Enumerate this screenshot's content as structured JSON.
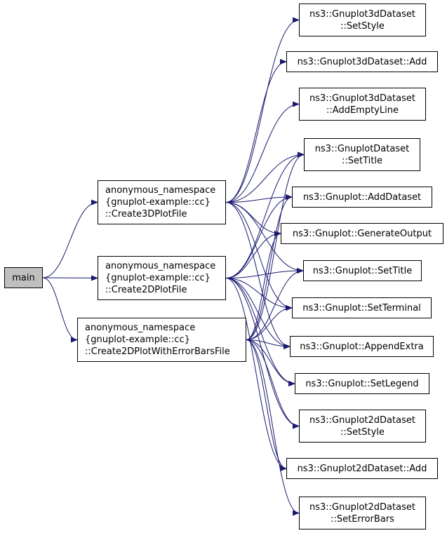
{
  "graph": {
    "nodes": {
      "main": [
        "main"
      ],
      "create3d": [
        "anonymous_namespace",
        "{gnuplot-example::cc}",
        "::Create3DPlotFile"
      ],
      "create2d": [
        "anonymous_namespace",
        "{gnuplot-example::cc}",
        "::Create2DPlotFile"
      ],
      "create2derr": [
        "anonymous_namespace",
        "{gnuplot-example::cc}",
        "::Create2DPlotWithErrorBarsFile"
      ],
      "g3_setstyle": [
        "ns3::Gnuplot3dDataset",
        "::SetStyle"
      ],
      "g3_add": [
        "ns3::Gnuplot3dDataset::Add"
      ],
      "g3_addemptyline": [
        "ns3::Gnuplot3dDataset",
        "::AddEmptyLine"
      ],
      "gds_settitle": [
        "ns3::GnuplotDataset",
        "::SetTitle"
      ],
      "gp_adddataset": [
        "ns3::Gnuplot::AddDataset"
      ],
      "gp_generateoutput": [
        "ns3::Gnuplot::GenerateOutput"
      ],
      "gp_settitle": [
        "ns3::Gnuplot::SetTitle"
      ],
      "gp_setterminal": [
        "ns3::Gnuplot::SetTerminal"
      ],
      "gp_appendextra": [
        "ns3::Gnuplot::AppendExtra"
      ],
      "gp_setlegend": [
        "ns3::Gnuplot::SetLegend"
      ],
      "g2_setstyle": [
        "ns3::Gnuplot2dDataset",
        "::SetStyle"
      ],
      "g2_add": [
        "ns3::Gnuplot2dDataset::Add"
      ],
      "g2_seterrorbars": [
        "ns3::Gnuplot2dDataset",
        "::SetErrorBars"
      ]
    },
    "edges": [
      [
        "main",
        "create3d"
      ],
      [
        "main",
        "create2d"
      ],
      [
        "main",
        "create2derr"
      ],
      [
        "create3d",
        "g3_setstyle"
      ],
      [
        "create3d",
        "g3_add"
      ],
      [
        "create3d",
        "g3_addemptyline"
      ],
      [
        "create3d",
        "gds_settitle"
      ],
      [
        "create3d",
        "gp_adddataset"
      ],
      [
        "create3d",
        "gp_generateoutput"
      ],
      [
        "create3d",
        "gp_settitle"
      ],
      [
        "create3d",
        "gp_setterminal"
      ],
      [
        "create3d",
        "gp_appendextra"
      ],
      [
        "create2d",
        "gds_settitle"
      ],
      [
        "create2d",
        "gp_adddataset"
      ],
      [
        "create2d",
        "gp_generateoutput"
      ],
      [
        "create2d",
        "gp_settitle"
      ],
      [
        "create2d",
        "gp_setterminal"
      ],
      [
        "create2d",
        "gp_appendextra"
      ],
      [
        "create2d",
        "gp_setlegend"
      ],
      [
        "create2d",
        "g2_setstyle"
      ],
      [
        "create2d",
        "g2_add"
      ],
      [
        "create2derr",
        "gds_settitle"
      ],
      [
        "create2derr",
        "gp_adddataset"
      ],
      [
        "create2derr",
        "gp_generateoutput"
      ],
      [
        "create2derr",
        "gp_settitle"
      ],
      [
        "create2derr",
        "gp_setterminal"
      ],
      [
        "create2derr",
        "gp_appendextra"
      ],
      [
        "create2derr",
        "gp_setlegend"
      ],
      [
        "create2derr",
        "g2_setstyle"
      ],
      [
        "create2derr",
        "g2_add"
      ],
      [
        "create2derr",
        "g2_seterrorbars"
      ]
    ],
    "colors": {
      "edge": "#191970",
      "node_border": "#000000",
      "main_fill": "#bfbfbf",
      "node_fill": "#ffffff"
    }
  }
}
